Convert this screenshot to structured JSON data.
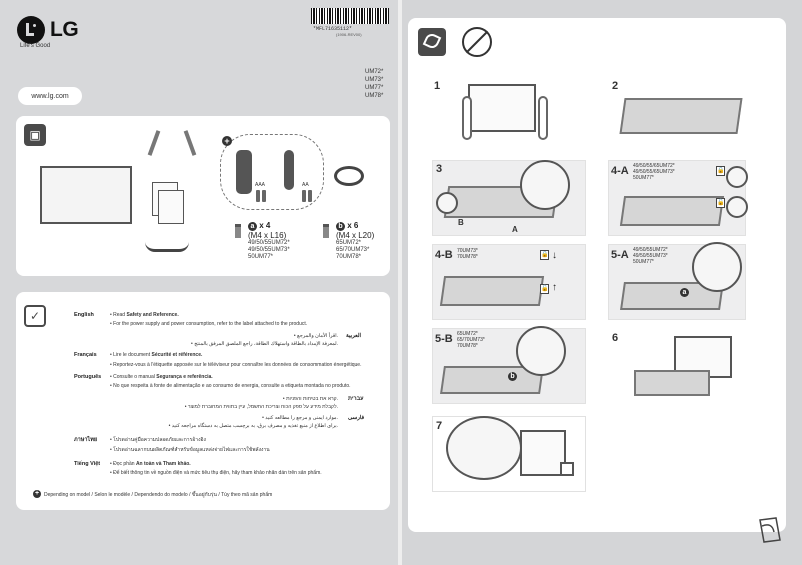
{
  "brand": {
    "name": "LG",
    "tagline": "Life's Good"
  },
  "barcode": {
    "number": "*MFL71635112*",
    "sub": "(1906-REV00)"
  },
  "models": [
    "UM72*",
    "UM73*",
    "UM77*",
    "UM78*"
  ],
  "url": "www.lg.com",
  "accessories": {
    "battery_aaa": "AAA",
    "battery_aa": "AA",
    "screw_a": {
      "badge": "a",
      "count": "x 4",
      "spec": "(M4 x L16)",
      "models": [
        "49/50/55UM72*",
        "49/50/55UM73*",
        "50UM77*"
      ]
    },
    "screw_b": {
      "badge": "b",
      "count": "x 6",
      "spec": "(M4 x L20)",
      "models": [
        "65UM72*",
        "65/70UM73*",
        "70UM78*"
      ]
    }
  },
  "safety": {
    "english": {
      "lang": "English",
      "line1_prefix": "• Read ",
      "line1_bold": "Safety and Reference.",
      "line2": "• For the power supply and power consumption, refer to the label attached to the product."
    },
    "arabic": {
      "lang": "العربية",
      "line1": "• اقرأ الأمان والمرجع.",
      "line2": "• لمعرفة الإمداد بالطاقة واستهلاك الطاقة، راجع الملصق المرفق بالمنتج."
    },
    "french": {
      "lang": "Français",
      "line1_prefix": "• Lire le document ",
      "line1_bold": "Sécurité et référence.",
      "line2": "• Reportez-vous à l'étiquette apposée sur le téléviseur pour connaître les données de consommation énergétique."
    },
    "portuguese": {
      "lang": "Português",
      "line1_prefix": "• Consulte o manual ",
      "line1_bold": "Segurança e referência.",
      "line2": "• No que respeita à fonte de alimentação e ao consumo de energia, consulte a etiqueta montada no produto."
    },
    "hebrew": {
      "lang": "עברית",
      "line1": "• קרא את בטיחות והפניות.",
      "line2": "• לקבלת מידע על ספק הכוח וצריכת החשמל, עיין בתווית המחוברת למוצר."
    },
    "persian": {
      "lang": "فارسی",
      "line1": "• موارد ایمنی و مرجع را مطالعه کنید.",
      "line2": "• برای اطلاع از منبع تغذیه و مصرف برق، به برچسب متصل به دستگاه مراجعه کنید."
    },
    "thai": {
      "lang": "ภาษาไทย",
      "line1": "• โปรดอ่านคู่มือความปลอดภัยและการอ้างอิง",
      "line2": "• โปรดอ่านฉลากบนผลิตภัณฑ์สำหรับข้อมูลแหล่งจ่ายไฟและการใช้พลังงาน"
    },
    "vietnamese": {
      "lang": "Tiếng Việt",
      "line1_prefix": "• Đọc phần ",
      "line1_bold": "An toàn và Tham khảo.",
      "line2": "• Để biết thông tin về nguồn điện và mức tiêu thụ điện, hãy tham khảo nhãn dán trên sản phẩm."
    }
  },
  "footnote": "Depending on model / Selon le modèle / Dependendo do modelo / ขึ้นอยู่กับรุ่น / Tùy theo mã sản phẩm",
  "steps": {
    "s1": "1",
    "s2": "2",
    "s3": "3",
    "s4a": "4-A",
    "s4a_models": [
      "49/50/55/65UM72*",
      "49/50/55/65UM73*",
      "50UM77*"
    ],
    "s4b": "4-B",
    "s4b_models": [
      "70UM73*",
      "70UM78*"
    ],
    "s5a": "5-A",
    "s5a_models": [
      "49/50/55UM72*",
      "49/50/55UM73*",
      "50UM77*"
    ],
    "s5b": "5-B",
    "s5b_models": [
      "65UM72*",
      "65/70UM73*",
      "70UM78*"
    ],
    "s6": "6",
    "s7": "7",
    "label_a": "A",
    "label_b": "B",
    "label_a_small": "a",
    "label_b_small": "b"
  }
}
